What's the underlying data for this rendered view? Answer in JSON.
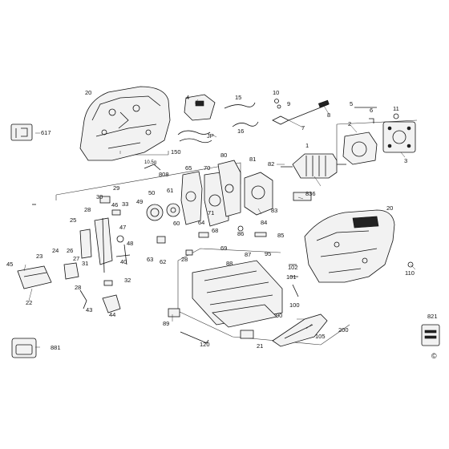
{
  "labels": {
    "p1": "1",
    "p2": "2",
    "p3": "3",
    "p4": "4",
    "p5": "5",
    "p6": "6",
    "p7": "7",
    "p8": "8",
    "p9": "9",
    "p10": "10",
    "p11": "11",
    "p15": "15",
    "p16": "16",
    "p20a": "20",
    "p20b": "20",
    "p21": "21",
    "p22": "22",
    "p23": "23",
    "p24": "24",
    "p25": "25",
    "p26": "26",
    "p27": "27",
    "p28a": "28",
    "p28b": "28",
    "p28c": "28",
    "p29": "29",
    "p30": "30",
    "p31": "31",
    "p32": "32",
    "p33": "33",
    "p40": "40",
    "p43": "43",
    "p44": "44",
    "p45": "45",
    "p46": "46",
    "p47": "47",
    "p48": "48",
    "p49": "49",
    "p50": "50",
    "p60": "60",
    "p61": "61",
    "p62": "62",
    "p63": "63",
    "p64": "64",
    "p65": "65",
    "p68": "68",
    "p69": "69",
    "p70": "70",
    "p71": "71",
    "p80": "80",
    "p81": "81",
    "p82": "82",
    "p83": "83",
    "p84": "84",
    "p85": "85",
    "p86": "86",
    "p87": "87",
    "p88": "88",
    "p89": "89",
    "p90": "90",
    "p95": "95",
    "p100": "100",
    "p101": "101",
    "p102": "102",
    "p105": "105",
    "p110": "110",
    "p120": "120",
    "p150": "150",
    "p200": "200",
    "p617": "617",
    "p808": "808",
    "p821": "821",
    "p836": "836",
    "p881": "881",
    "p105a": "10.5g",
    "jp": "JP",
    "copyright": "©"
  }
}
